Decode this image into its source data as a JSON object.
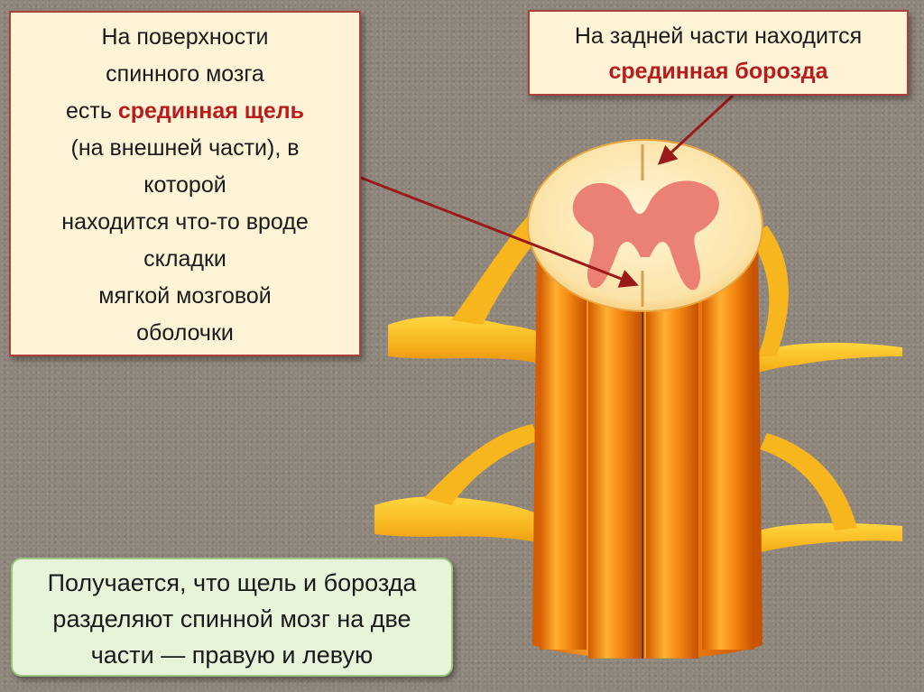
{
  "left_note": {
    "line1": "На поверхности",
    "line2": "спинного мозга",
    "line3_prefix": "есть ",
    "line3_highlight": "срединная щель",
    "line4": "(на внешней части), в",
    "line5": "которой",
    "line6": "находится что-то вроде",
    "line7": "складки",
    "line8": "мягкой мозговой",
    "line9": "оболочки"
  },
  "right_note": {
    "line1": "На задней части находится",
    "line2_highlight": "срединная борозда"
  },
  "bottom_note": {
    "line1": "Получается, что щель и борозда",
    "line2": "разделяют спинной мозг на две",
    "line3": "части — правую и левую"
  },
  "colors": {
    "highlight": "#b81c1c",
    "note_bg": "#fdf3d6",
    "note_border": "#a8423a",
    "summary_bg": "#e7f4d9",
    "summary_border": "#9cc57e",
    "nerve_yellow": "#f7b51e",
    "column_orange": "#f07a10",
    "white_matter": "#fbe6b4",
    "gray_matter": "#ea7a70",
    "arrow": "#9a1a1a"
  }
}
